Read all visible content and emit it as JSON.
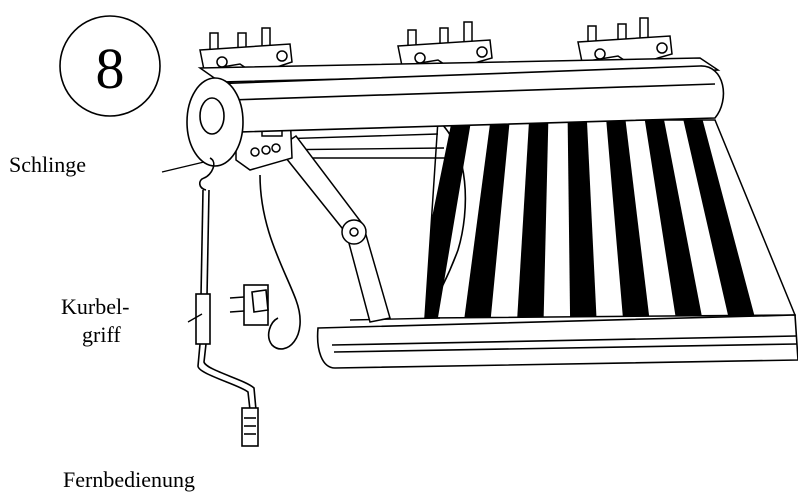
{
  "step_number": "8",
  "labels": {
    "loop": "Schlinge",
    "crank_line1": "Kurbel-",
    "crank_line2": "griff",
    "remote": "Fernbedienung"
  },
  "colors": {
    "ink": "#000000",
    "paper": "#ffffff"
  },
  "stripe_count": 7
}
